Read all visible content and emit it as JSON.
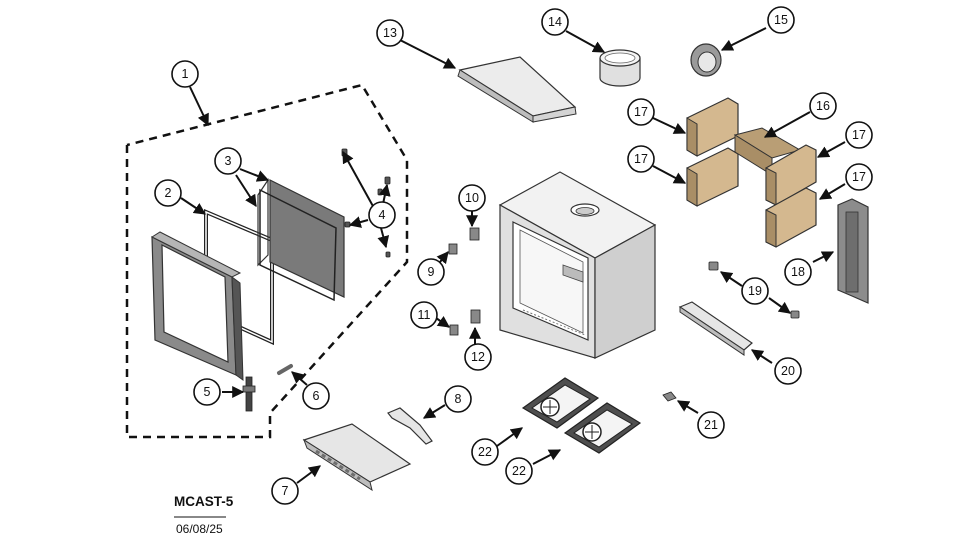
{
  "drawing": {
    "code": "MCAST-5",
    "date": "06/08/25"
  },
  "callouts": [
    {
      "id": "c1",
      "label": "1"
    },
    {
      "id": "c2",
      "label": "2"
    },
    {
      "id": "c3",
      "label": "3"
    },
    {
      "id": "c4",
      "label": "4"
    },
    {
      "id": "c5",
      "label": "5"
    },
    {
      "id": "c6",
      "label": "6"
    },
    {
      "id": "c7",
      "label": "7"
    },
    {
      "id": "c8",
      "label": "8"
    },
    {
      "id": "c9",
      "label": "9"
    },
    {
      "id": "c10",
      "label": "10"
    },
    {
      "id": "c11",
      "label": "11"
    },
    {
      "id": "c12",
      "label": "12"
    },
    {
      "id": "c13",
      "label": "13"
    },
    {
      "id": "c14",
      "label": "14"
    },
    {
      "id": "c15",
      "label": "15"
    },
    {
      "id": "c16",
      "label": "16"
    },
    {
      "id": "c17a",
      "label": "17"
    },
    {
      "id": "c17b",
      "label": "17"
    },
    {
      "id": "c17c",
      "label": "17"
    },
    {
      "id": "c17d",
      "label": "17"
    },
    {
      "id": "c18",
      "label": "18"
    },
    {
      "id": "c19",
      "label": "19"
    },
    {
      "id": "c20",
      "label": "20"
    },
    {
      "id": "c21",
      "label": "21"
    },
    {
      "id": "c22a",
      "label": "22"
    },
    {
      "id": "c22b",
      "label": "22"
    }
  ],
  "colors": {
    "metal_light": "#e6e6e6",
    "metal_mid": "#bdbdbd",
    "metal_dark": "#6e6e6e",
    "glass": "#777777",
    "brick": "#d4b88f",
    "brick_dark": "#a98e66",
    "outline": "#333333"
  }
}
